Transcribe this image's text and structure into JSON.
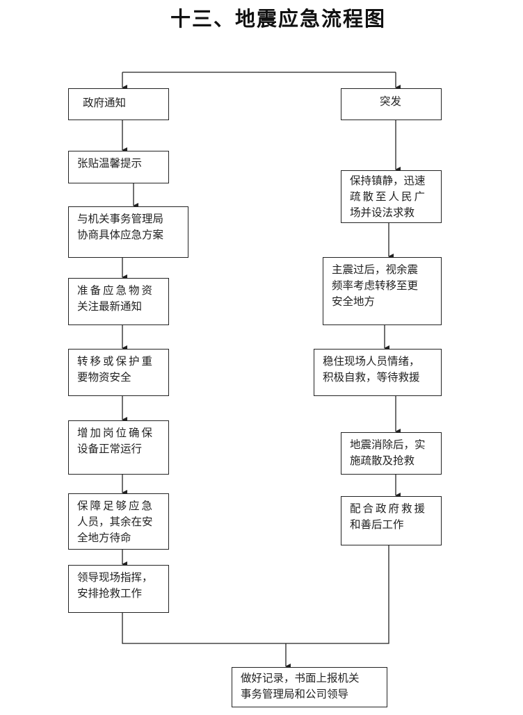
{
  "title": "十三、地震应急流程图",
  "left_steps": [
    {
      "lines": [
        "政府通知"
      ]
    },
    {
      "lines": [
        "张贴温馨提示"
      ]
    },
    {
      "lines": [
        "与机关事务管理局",
        "协商具体应急方案"
      ]
    },
    {
      "lines": [
        "准备应急物资",
        "关注最新通知"
      ]
    },
    {
      "lines": [
        "转移或保护重",
        "要物资安全"
      ]
    },
    {
      "lines": [
        "增加岗位确保",
        "设备正常运行"
      ]
    },
    {
      "lines": [
        "保障足够应急",
        "人员，其余在安",
        "全地方待命"
      ]
    },
    {
      "lines": [
        "领导现场指挥，",
        "安排抢救工作"
      ]
    }
  ],
  "right_steps": [
    {
      "lines": [
        "突发"
      ]
    },
    {
      "lines": [
        "保持镇静，迅速",
        "疏散至人民广",
        "场并设法求救"
      ]
    },
    {
      "lines": [
        "主震过后，视余震",
        "频率考虑转移至更",
        "安全地方"
      ]
    },
    {
      "lines": [
        "稳住现场人员情绪，",
        "积极自救，等待救援"
      ]
    },
    {
      "lines": [
        "地震消除后，实",
        "施疏散及抢救"
      ]
    },
    {
      "lines": [
        "配合政府救援",
        "和善后工作"
      ]
    }
  ],
  "final_step": {
    "lines": [
      "做好记录，书面上报机关",
      "事务管理局和公司领导"
    ]
  }
}
